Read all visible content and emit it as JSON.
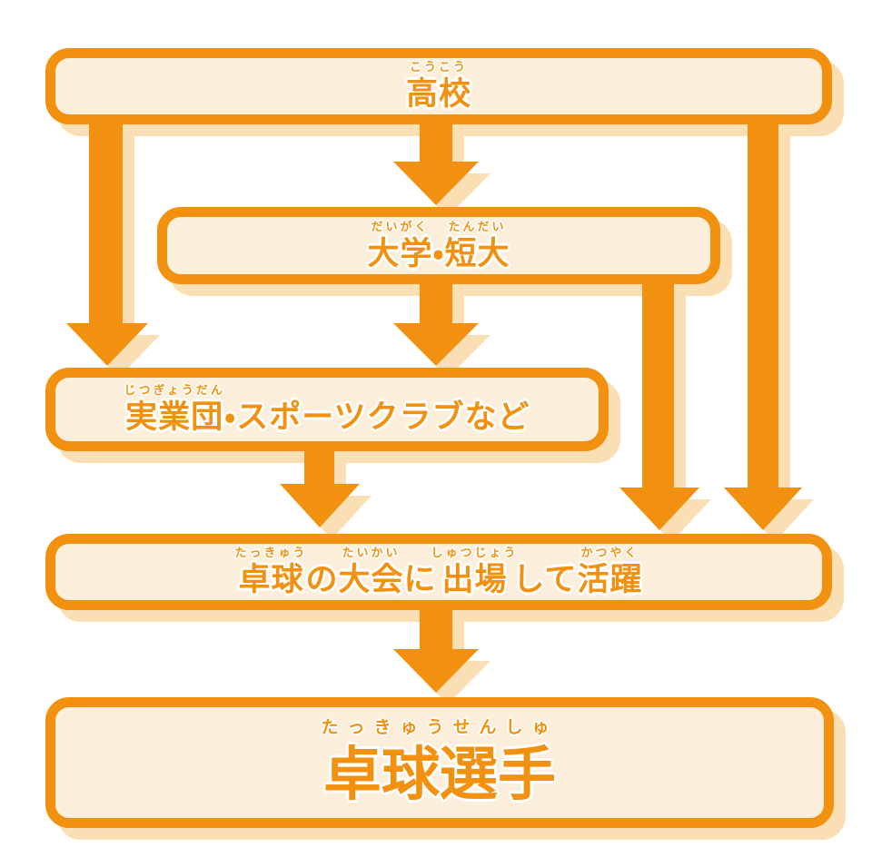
{
  "diagram": {
    "colors": {
      "orange": "#F2910F",
      "cream": "#FBEEDA",
      "shadow": "#FADFB5",
      "background": "#FFFFFF"
    },
    "boxes": [
      {
        "id": "highschool",
        "segments": [
          {
            "base": "高校",
            "ruby": "こうこう"
          }
        ]
      },
      {
        "id": "university",
        "segments": [
          {
            "base": "大学",
            "ruby": "だいがく"
          },
          {
            "base": "・"
          },
          {
            "base": "短大",
            "ruby": "たんだい"
          }
        ]
      },
      {
        "id": "corporate",
        "segments": [
          {
            "base": "実業団",
            "ruby": "じつぎょうだん"
          },
          {
            "base": "・スポーツクラブなど"
          }
        ]
      },
      {
        "id": "tournament",
        "segments": [
          {
            "base": "卓球",
            "ruby": "たっきゅう"
          },
          {
            "base": "の"
          },
          {
            "base": "大会",
            "ruby": "たいかい"
          },
          {
            "base": "に"
          },
          {
            "base": "出場",
            "ruby": "しゅつじょう"
          },
          {
            "base": "して"
          },
          {
            "base": "活躍",
            "ruby": "かつやく"
          }
        ]
      },
      {
        "id": "player",
        "segments": [
          {
            "base": "卓球選手",
            "ruby": "たっきゅうせんしゅ"
          }
        ]
      }
    ],
    "arrows": [
      {
        "from": "highschool",
        "to": "corporate"
      },
      {
        "from": "highschool",
        "to": "university"
      },
      {
        "from": "highschool",
        "to": "tournament"
      },
      {
        "from": "university",
        "to": "corporate"
      },
      {
        "from": "university",
        "to": "tournament"
      },
      {
        "from": "corporate",
        "to": "tournament"
      },
      {
        "from": "tournament",
        "to": "player"
      }
    ]
  }
}
